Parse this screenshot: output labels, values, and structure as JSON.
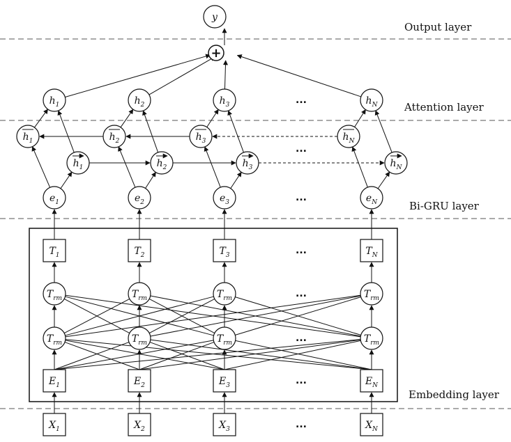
{
  "layers": {
    "output": "Output layer",
    "attention": "Attention layer",
    "bigru": "Bi-GRU layer",
    "embedding": "Embedding layer"
  },
  "output_symbol": "y",
  "sum_symbol": "+",
  "ellipsis": "...",
  "columns": [
    {
      "h_sub": "1",
      "hb_sub": "1",
      "hf_sub": "1",
      "e_sub": "1",
      "t_sub": "1",
      "E_sub": "1",
      "x_sub": "1"
    },
    {
      "h_sub": "2",
      "hb_sub": "2",
      "hf_sub": "2",
      "e_sub": "2",
      "t_sub": "2",
      "E_sub": "2",
      "x_sub": "2"
    },
    {
      "h_sub": "3",
      "hb_sub": "3",
      "hf_sub": "3",
      "e_sub": "3",
      "t_sub": "3",
      "E_sub": "3",
      "x_sub": "3"
    },
    {
      "h_sub": "N",
      "hb_sub": "N",
      "hf_sub": "N",
      "e_sub": "N",
      "t_sub": "N",
      "E_sub": "N",
      "x_sub": "N"
    }
  ],
  "symbols": {
    "h": "h",
    "e": "e",
    "t": "T",
    "E": "E",
    "x": "X",
    "trm": "T",
    "trm_sub": "rm"
  }
}
